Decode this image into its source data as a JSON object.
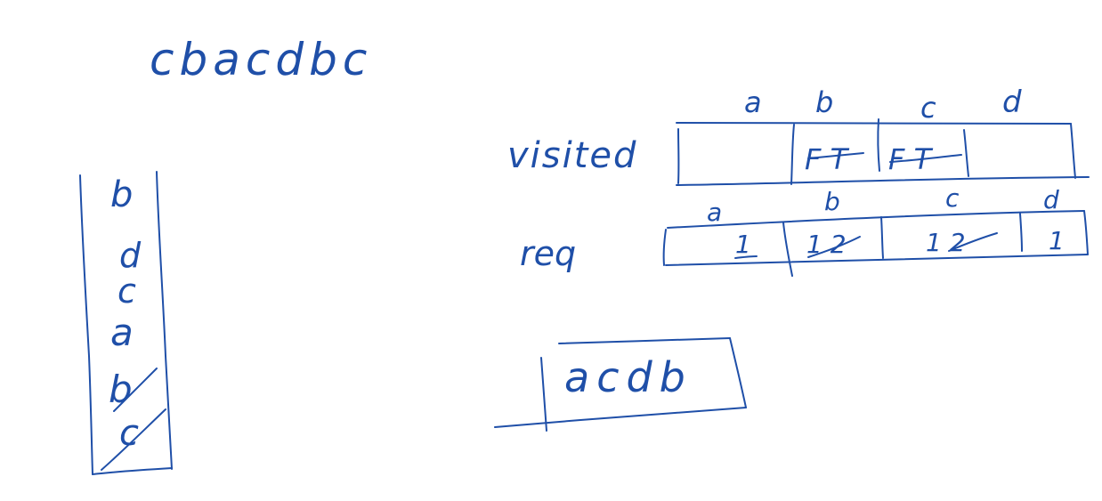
{
  "ink_color": "#1f4fa8",
  "top_word": "cbacdbc",
  "stack": {
    "items": [
      "b",
      "d",
      "c",
      "a",
      "b",
      "c"
    ],
    "crossed": [
      false,
      false,
      false,
      false,
      true,
      true
    ]
  },
  "visited": {
    "label": "visited",
    "headers": [
      "a",
      "b",
      "c",
      "d"
    ],
    "cells": [
      "",
      "F T",
      "F T",
      ""
    ]
  },
  "req": {
    "label": "req",
    "headers": [
      "a",
      "b",
      "c",
      "d"
    ],
    "cells": [
      "1",
      "1 2",
      "1 2",
      "1"
    ]
  },
  "result": "acdb"
}
